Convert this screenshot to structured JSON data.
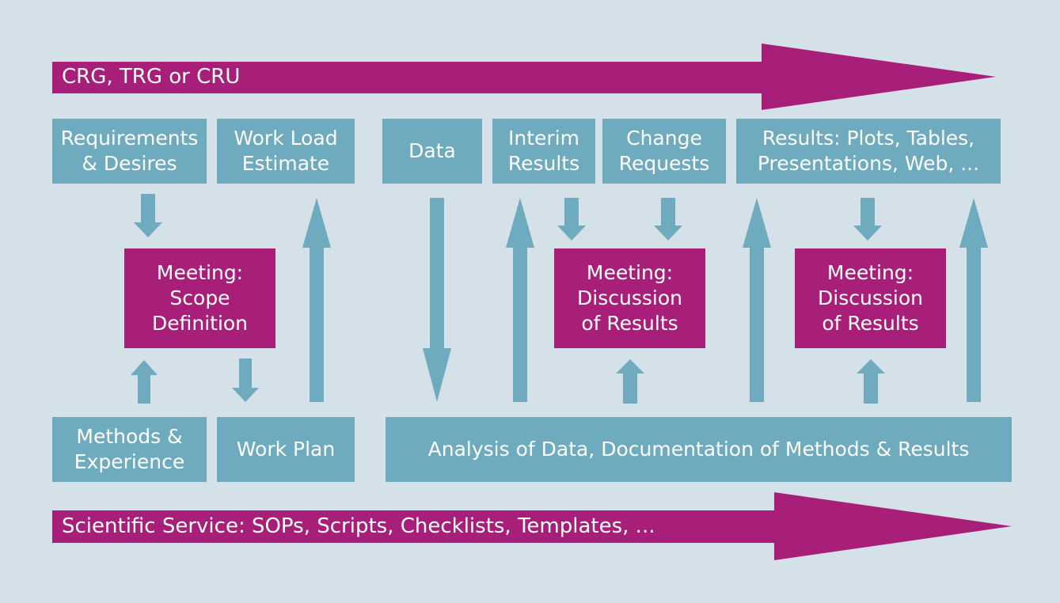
{
  "colors": {
    "background": "#d5e1e8",
    "teal": "#6fabbe",
    "magenta": "#a81f7a",
    "text": "#ffffff"
  },
  "banners": {
    "top": "CRG, TRG or CRU",
    "bottom": "Scientific Service: SOPs, Scripts, Checklists, Templates, ..."
  },
  "top_boxes": {
    "requirements": "Requirements\n& Desires",
    "workload": "Work Load\nEstimate",
    "data": "Data",
    "interim": "Interim\nResults",
    "change": "Change\nRequests",
    "results": "Results: Plots, Tables,\nPresentations, Web, ..."
  },
  "meetings": {
    "scope": "Meeting:\nScope\nDefinition",
    "discussion1": "Meeting:\nDiscussion\nof Results",
    "discussion2": "Meeting:\nDiscussion\nof Results"
  },
  "bottom_boxes": {
    "methods": "Methods &\nExperience",
    "workplan": "Work Plan",
    "analysis": "Analysis of Data, Documentation of Methods & Results"
  }
}
